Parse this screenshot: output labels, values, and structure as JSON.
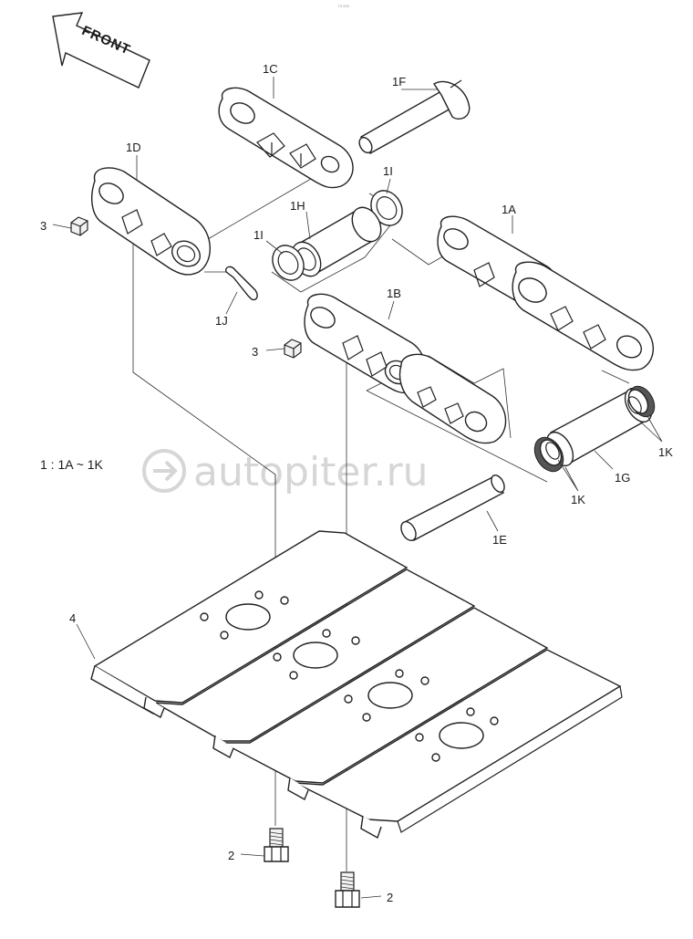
{
  "diagram": {
    "front_arrow_text": "FRONT",
    "ratio_note": "1 : 1A ~ 1K",
    "watermark": "autopiter.ru",
    "corner_mark": "TS 000",
    "labels": {
      "c1C": "1C",
      "c1F": "1F",
      "c1D": "1D",
      "c1I_top": "1I",
      "c1H": "1H",
      "c1I_left": "1I",
      "c1A": "1A",
      "c3_top": "3",
      "c1J": "1J",
      "c1B": "1B",
      "c3_mid": "3",
      "c1K_right": "1K",
      "c1G": "1G",
      "c1K_left": "1K",
      "c1E": "1E",
      "c4": "4",
      "c2_left": "2",
      "c2_right": "2"
    }
  }
}
